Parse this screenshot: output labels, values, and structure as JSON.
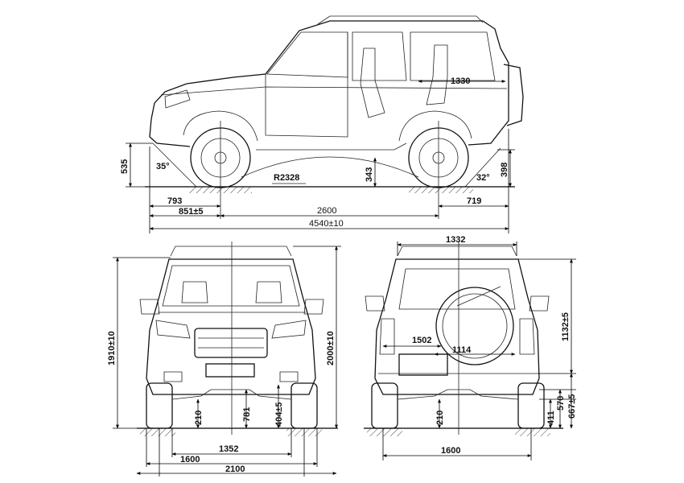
{
  "side_view": {
    "dims": {
      "roof_len": "1330",
      "ground_h": "535",
      "approach_angle": "35°",
      "ramp_radius": "R2328",
      "clearance": "343",
      "departure_angle": "32°",
      "rear_h": "398",
      "front_overhang": "793",
      "front_overhang_tol": "851±5",
      "wheelbase": "2600",
      "rear_overhang": "719",
      "length": "4540±10"
    }
  },
  "front_view": {
    "dims": {
      "height": "1910±10",
      "height_mirror": "2000±10",
      "clearance": "210",
      "hub_h": "781",
      "bumper_h": "404±5",
      "track": "1352",
      "wheel_width": "1600",
      "width": "2100"
    }
  },
  "rear_view": {
    "dims": {
      "top_width": "1332",
      "tailgate_w": "1502",
      "spare_w": "1114",
      "height": "1132±5",
      "bumper_h1": "411",
      "bumper_h2": "570",
      "bumper_h3": "667±5",
      "clearance": "210",
      "track": "1600"
    }
  }
}
